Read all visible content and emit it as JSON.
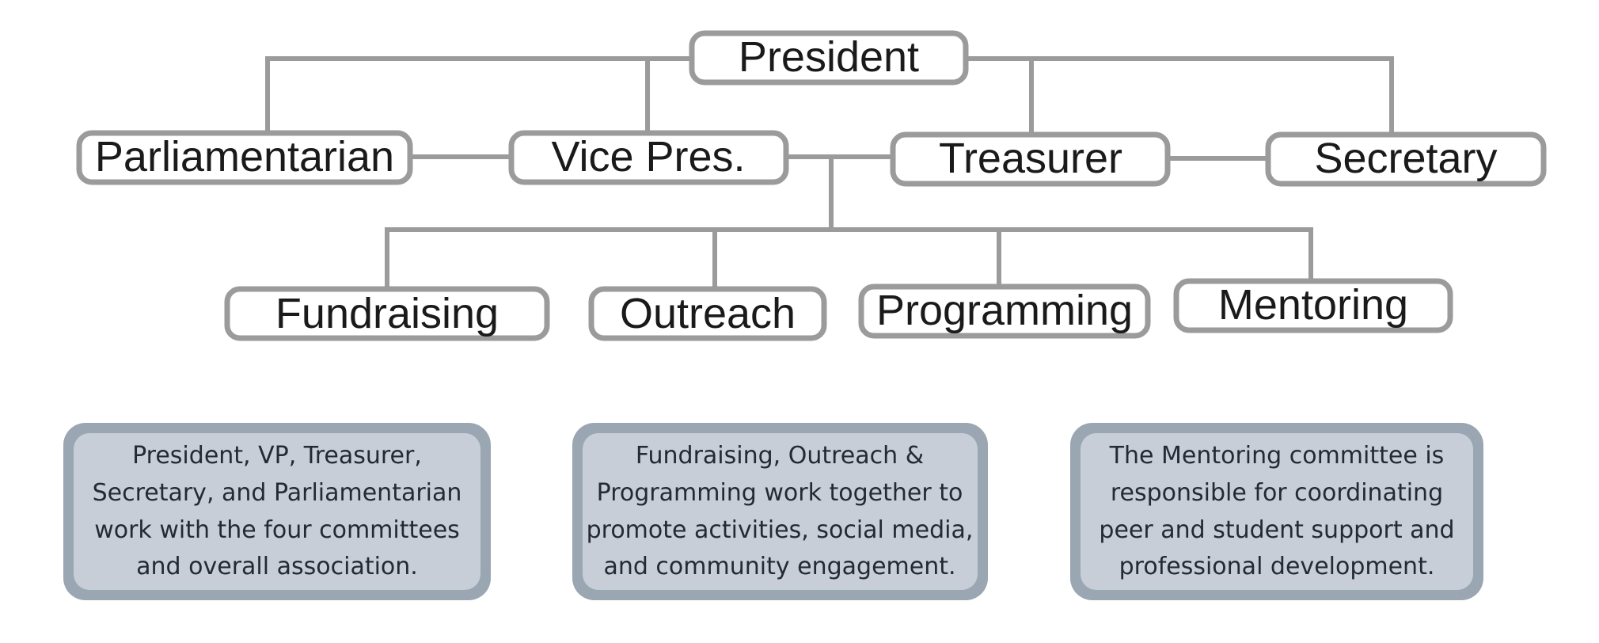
{
  "colors": {
    "connector": "#9b9b9b",
    "node_border": "#9b9b9b",
    "node_fill": "#ffffff",
    "note_border": "#9aa6b2",
    "note_fill": "#c7ced8",
    "text": "#1a1a1a"
  },
  "org": {
    "top": "President",
    "officers": [
      "Parliamentarian",
      "Vice Pres.",
      "Treasurer",
      "Secretary"
    ],
    "committees": [
      "Fundraising",
      "Outreach",
      "Programming",
      "Mentoring"
    ]
  },
  "notes": [
    {
      "lines": [
        "President, VP, Treasurer,",
        "Secretary, and Parliamentarian",
        "work with the four committees",
        "and overall association."
      ]
    },
    {
      "lines": [
        "Fundraising, Outreach &",
        "Programming work together to",
        "promote activities, social media,",
        "and community engagement."
      ]
    },
    {
      "lines": [
        "The Mentoring committee is",
        "responsible for coordinating",
        "peer and student support and",
        "professional development."
      ]
    }
  ]
}
